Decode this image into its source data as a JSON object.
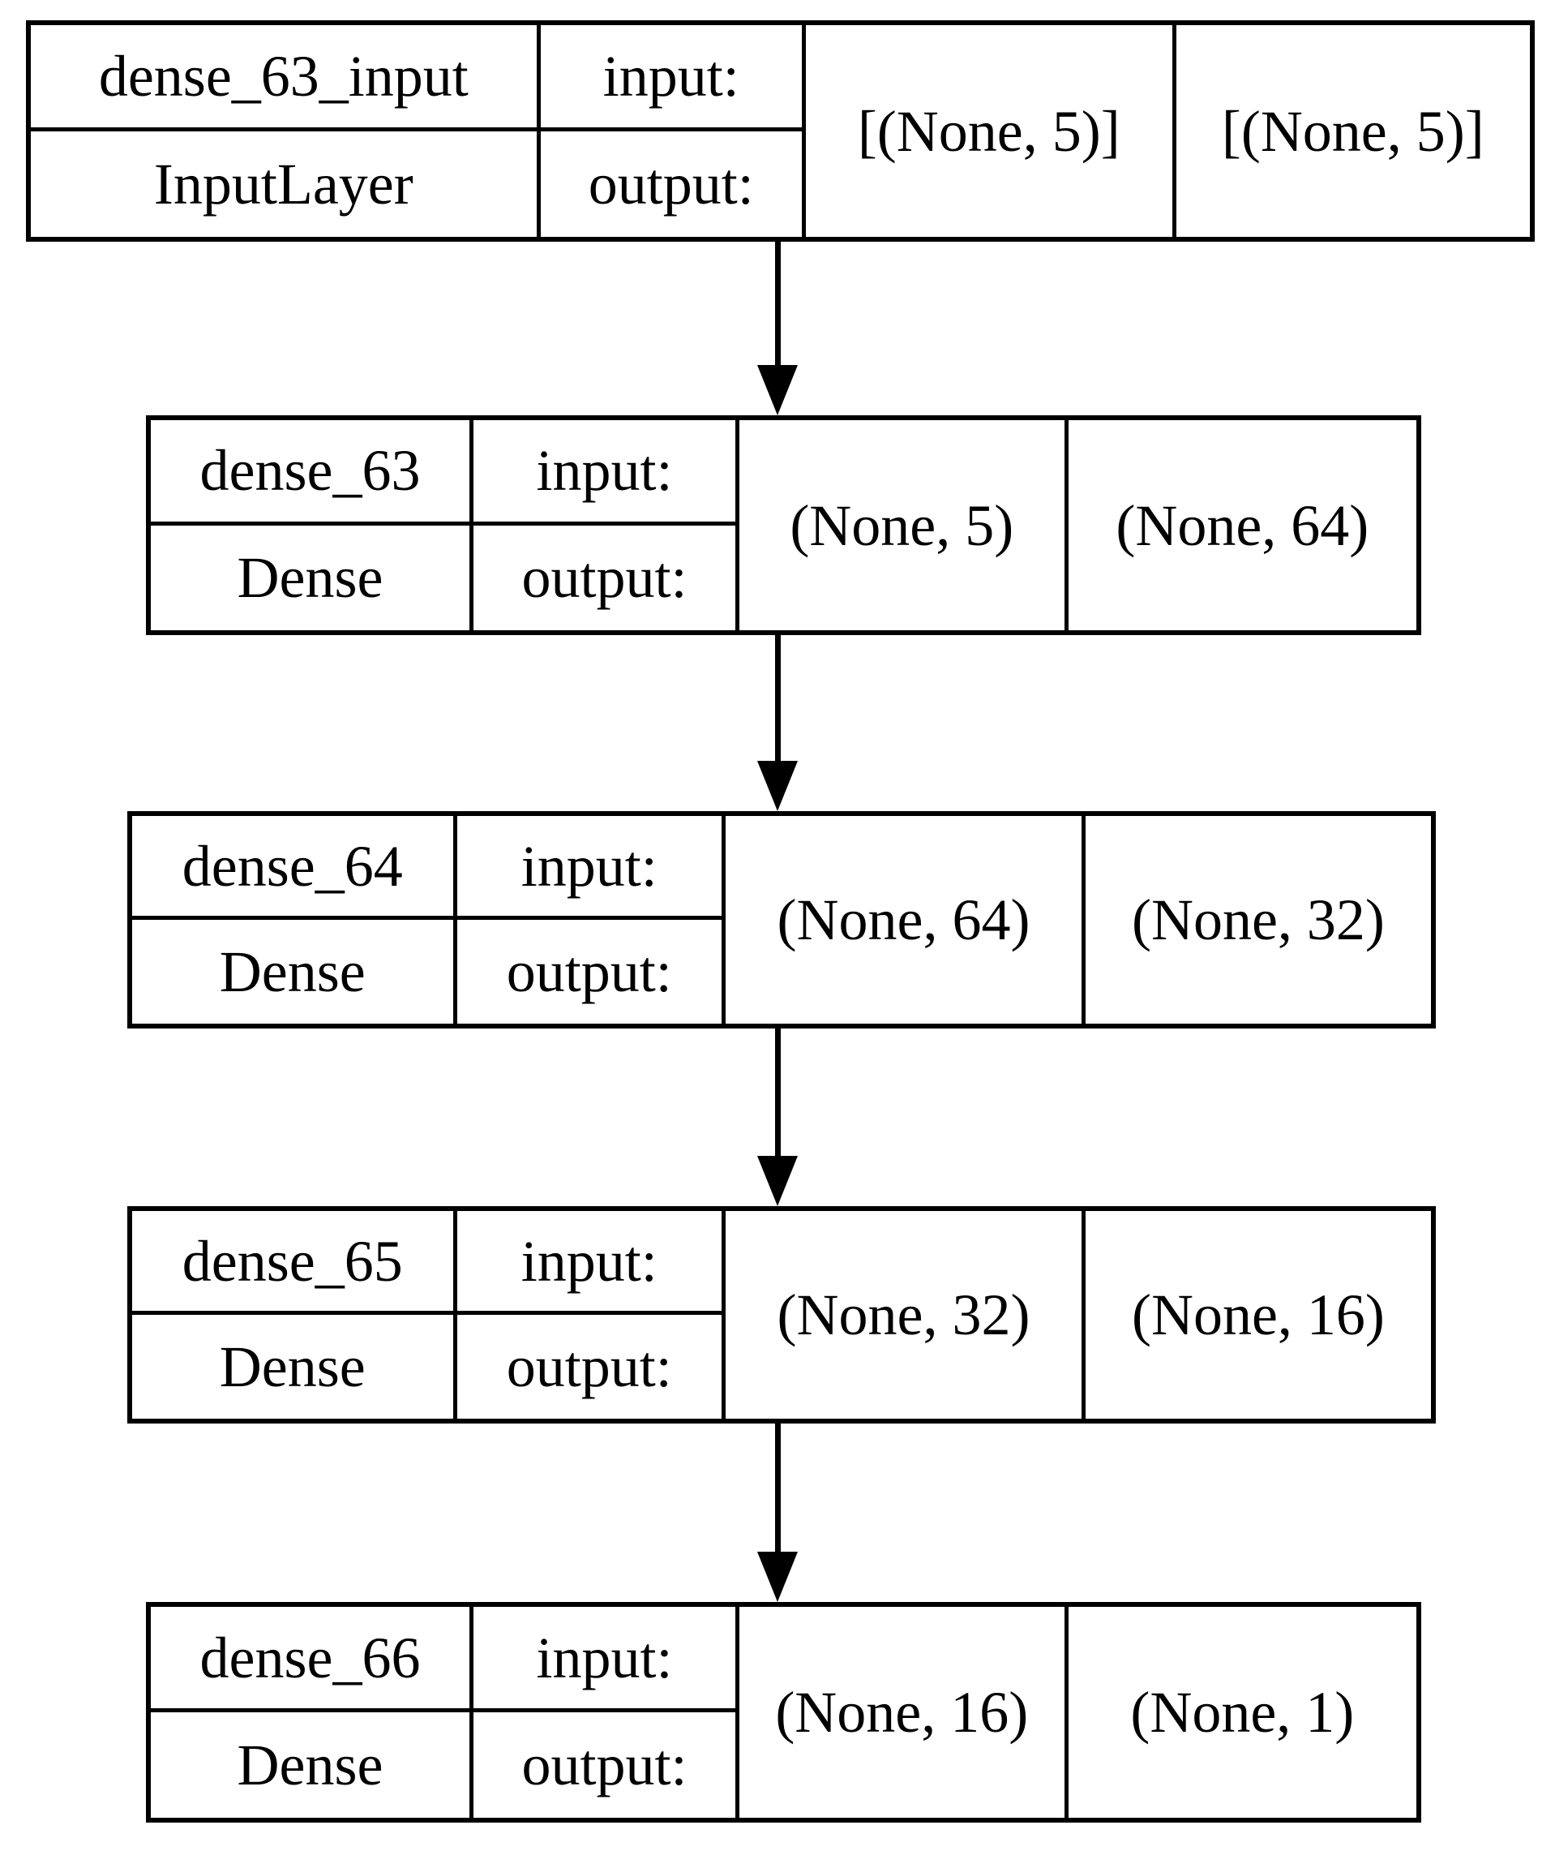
{
  "diagram": {
    "kind": "keras-model-architecture",
    "background_color": "#ffffff",
    "line_color": "#000000",
    "text_color": "#000000",
    "layers": [
      {
        "name": "dense_63_input",
        "type": "InputLayer",
        "input_label": "input:",
        "output_label": "output:",
        "input_shape": "[(None, 5)]",
        "output_shape": "[(None, 5)]"
      },
      {
        "name": "dense_63",
        "type": "Dense",
        "input_label": "input:",
        "output_label": "output:",
        "input_shape": "(None, 5)",
        "output_shape": "(None, 64)"
      },
      {
        "name": "dense_64",
        "type": "Dense",
        "input_label": "input:",
        "output_label": "output:",
        "input_shape": "(None, 64)",
        "output_shape": "(None, 32)"
      },
      {
        "name": "dense_65",
        "type": "Dense",
        "input_label": "input:",
        "output_label": "output:",
        "input_shape": "(None, 32)",
        "output_shape": "(None, 16)"
      },
      {
        "name": "dense_66",
        "type": "Dense",
        "input_label": "input:",
        "output_label": "output:",
        "input_shape": "(None, 16)",
        "output_shape": "(None, 1)"
      }
    ]
  }
}
